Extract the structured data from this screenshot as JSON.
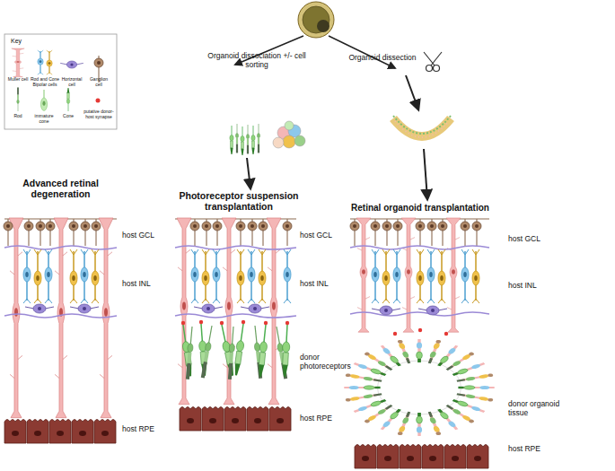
{
  "diagram": {
    "labels": [
      "Key",
      "Organoid dissociation +/- cell sorting",
      "Organoid dissection",
      "Advanced retinal degeneration",
      "host GCL",
      "host INL",
      "host RPE",
      "Photoreceptor suspension transplantation",
      "host GCL",
      "host INL",
      "donor photoreceptors",
      "host RPE",
      "Retinal organoid transplantation",
      "host GCL",
      "host INL",
      "donor organoid tissue",
      "host RPE"
    ],
    "legend": [
      {
        "text": "Muller cell"
      },
      {
        "text": "Rod and Cone Bipolar cells"
      },
      {
        "text": "Horizontal cell"
      },
      {
        "text": "Ganglion cell"
      },
      {
        "text": "Rod"
      },
      {
        "text": "immature cone"
      },
      {
        "text": "Cone"
      },
      {
        "text": "putative donor-host synapse"
      }
    ]
  }
}
